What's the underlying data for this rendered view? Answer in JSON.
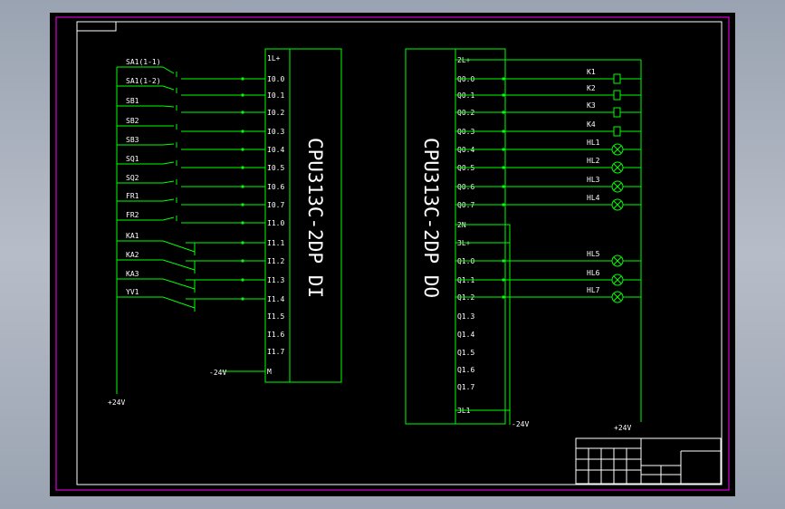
{
  "colors": {
    "background": "#000000",
    "wire": "#00ff00",
    "text": "#ffffff",
    "border_outer": "#ff00ff",
    "border_inner": "#ffffff"
  },
  "di_module": {
    "title": "CPU313C-2DP DI",
    "terminals": [
      "1L+",
      "I0.0",
      "I0.1",
      "I0.2",
      "I0.3",
      "I0.4",
      "I0.5",
      "I0.6",
      "I0.7",
      "I1.0",
      "I1.1",
      "I1.2",
      "I1.3",
      "I1.4",
      "I1.5",
      "I1.6",
      "I1.7",
      "M"
    ]
  },
  "do_module": {
    "title": "CPU313C-2DP DO",
    "terminals": [
      "2L+",
      "Q0.0",
      "Q0.1",
      "Q0.2",
      "Q0.3",
      "Q0.4",
      "Q0.5",
      "Q0.6",
      "Q0.7",
      "2N",
      "3L+",
      "Q1.0",
      "Q1.1",
      "Q1.2",
      "Q1.3",
      "Q1.4",
      "Q1.5",
      "Q1.6",
      "Q1.7",
      "3L1"
    ]
  },
  "inputs": [
    "SA1(1-1)",
    "SA1(1-2)",
    "SB1",
    "SB2",
    "SB3",
    "SQ1",
    "SQ2",
    "FR1",
    "FR2",
    "KA1",
    "KA2",
    "KA3",
    "YV1"
  ],
  "outputs": [
    "K1",
    "K2",
    "K3",
    "K4",
    "HL1",
    "HL2",
    "HL3",
    "HL4",
    "HL5",
    "HL6",
    "HL7"
  ],
  "supply": {
    "minus_di": "-24V",
    "plus_di": "+24V",
    "minus_do": "-24V",
    "plus_do": "+24V"
  }
}
